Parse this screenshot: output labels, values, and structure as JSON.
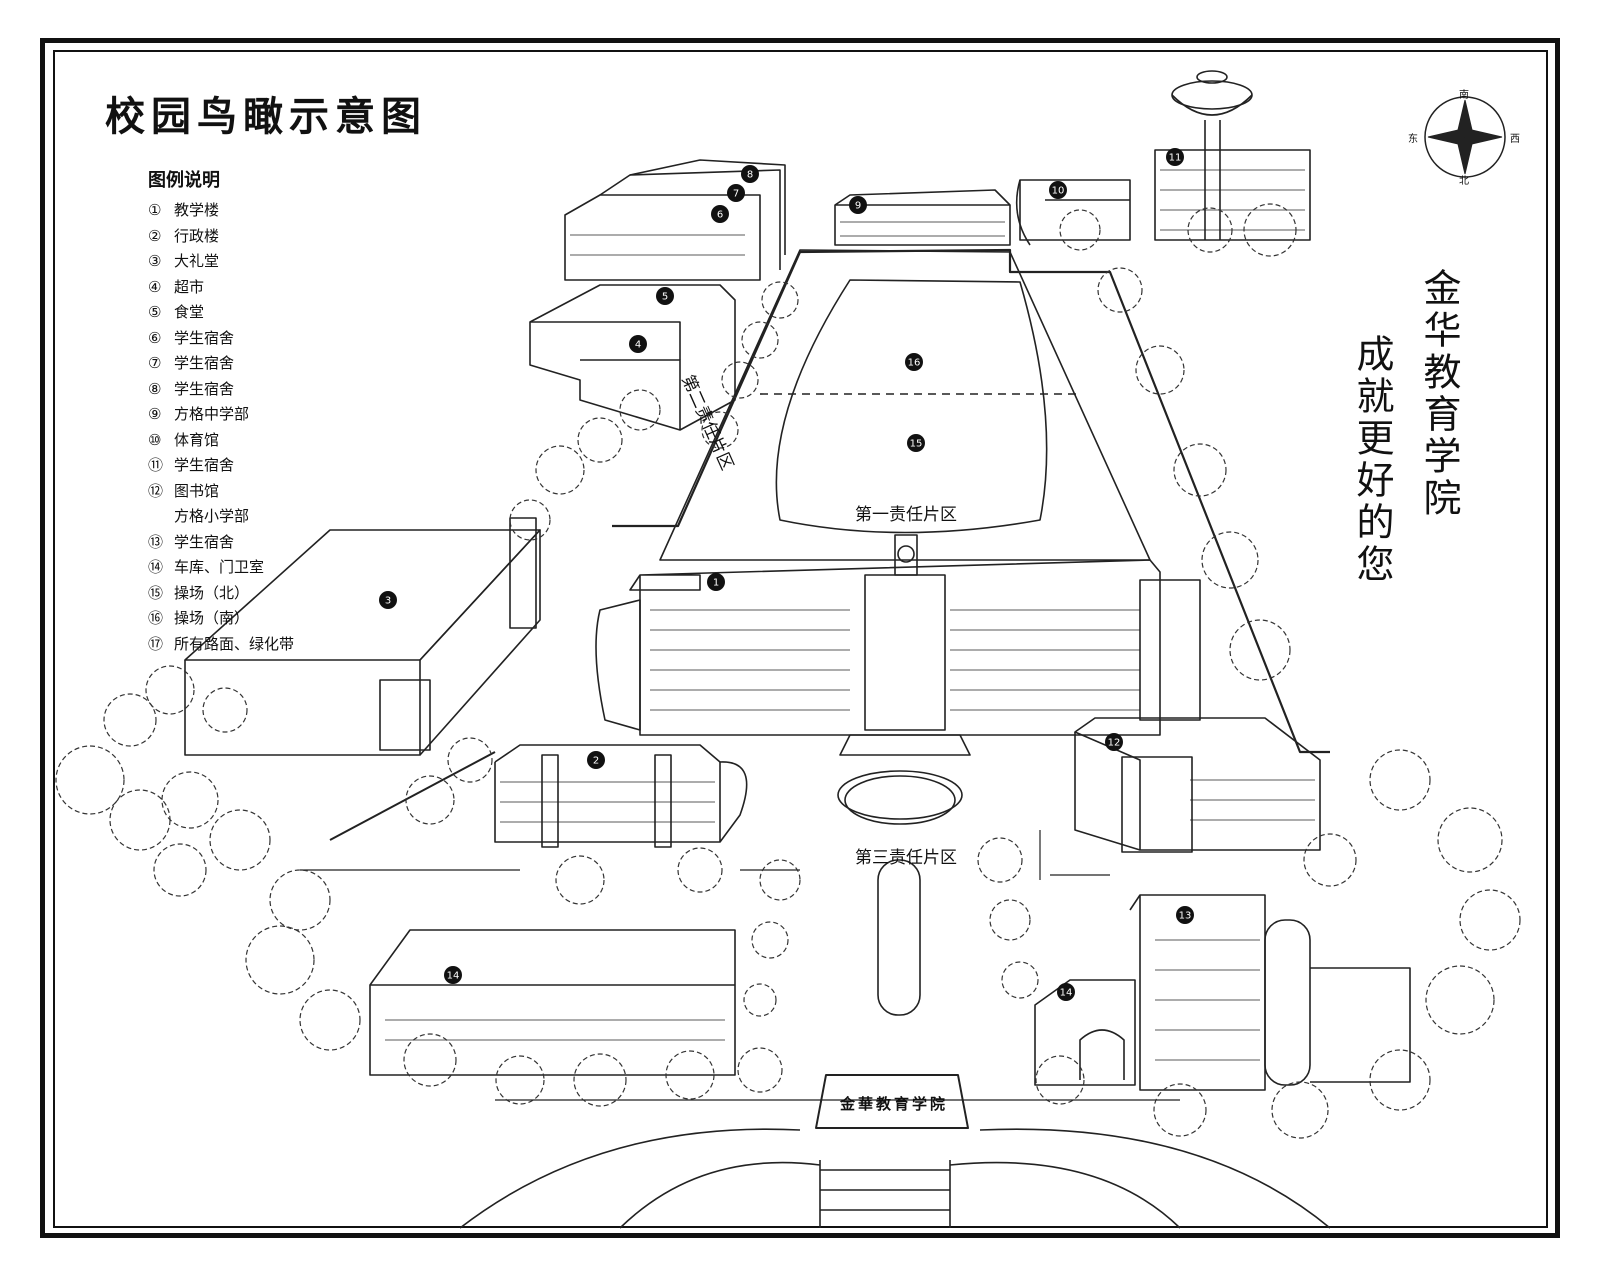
{
  "title": "校园鸟瞰示意图",
  "legend": {
    "heading": "图例说明",
    "items": [
      {
        "num": "①",
        "label": "教学楼"
      },
      {
        "num": "②",
        "label": "行政楼"
      },
      {
        "num": "③",
        "label": "大礼堂"
      },
      {
        "num": "④",
        "label": "超市"
      },
      {
        "num": "⑤",
        "label": "食堂"
      },
      {
        "num": "⑥",
        "label": "学生宿舍"
      },
      {
        "num": "⑦",
        "label": "学生宿舍"
      },
      {
        "num": "⑧",
        "label": "学生宿舍"
      },
      {
        "num": "⑨",
        "label": "方格中学部"
      },
      {
        "num": "⑩",
        "label": "体育馆"
      },
      {
        "num": "⑪",
        "label": "学生宿舍"
      },
      {
        "num": "⑫",
        "label": "图书馆"
      },
      {
        "num": "",
        "label": "方格小学部"
      },
      {
        "num": "⑬",
        "label": "学生宿舍"
      },
      {
        "num": "⑭",
        "label": "车库、门卫室"
      },
      {
        "num": "⑮",
        "label": "操场（北）"
      },
      {
        "num": "⑯",
        "label": "操场（南）"
      },
      {
        "num": "⑰",
        "label": "所有路面、绿化带"
      }
    ]
  },
  "slogan": {
    "line1": "金华教育学院",
    "line2": "成就更好的您"
  },
  "zones": {
    "first": "第一责任片区",
    "second": "第二责任片区",
    "third": "第三责任片区"
  },
  "compass": {
    "north": "北",
    "south": "南",
    "east": "东",
    "west": "西"
  },
  "gate_sign": "金華教育学院",
  "buildings": [
    {
      "id": "1",
      "name": "教学楼"
    },
    {
      "id": "2",
      "name": "行政楼"
    },
    {
      "id": "3",
      "name": "大礼堂"
    },
    {
      "id": "4",
      "name": "超市"
    },
    {
      "id": "5",
      "name": "食堂"
    },
    {
      "id": "6",
      "name": "学生宿舍"
    },
    {
      "id": "7",
      "name": "学生宿舍"
    },
    {
      "id": "8",
      "name": "学生宿舍"
    },
    {
      "id": "9",
      "name": "方格中学部"
    },
    {
      "id": "10",
      "name": "体育馆"
    },
    {
      "id": "11",
      "name": "学生宿舍"
    },
    {
      "id": "12",
      "name": "图书馆"
    },
    {
      "id": "13",
      "name": "学生宿舍"
    },
    {
      "id": "14",
      "name": "车库、门卫室"
    },
    {
      "id": "14",
      "name": "车库、门卫室"
    },
    {
      "id": "15",
      "name": "操场（北）"
    },
    {
      "id": "16",
      "name": "操场（南）"
    }
  ],
  "colors": {
    "ink": "#111111",
    "paper": "#ffffff"
  }
}
